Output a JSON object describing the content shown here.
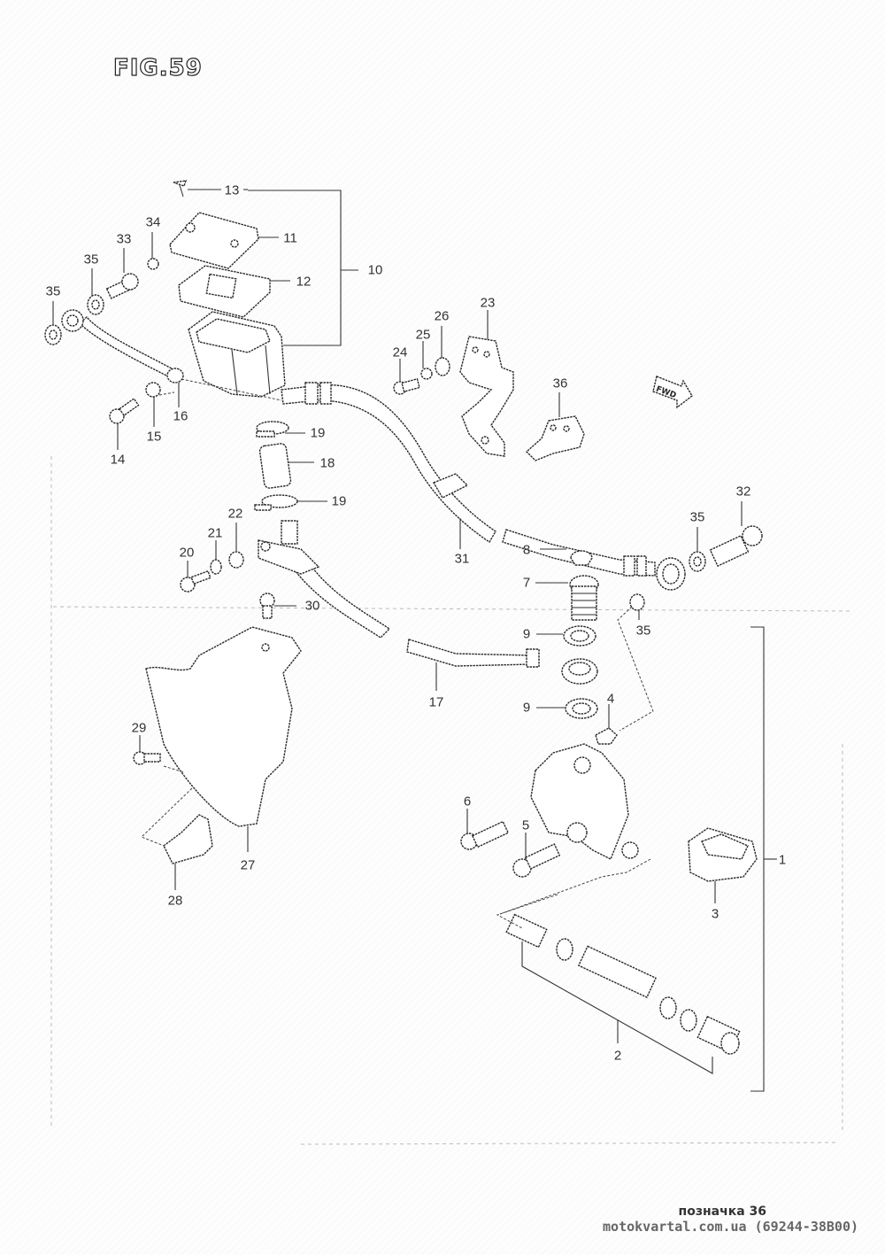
{
  "figure": {
    "title": "FIG.59",
    "direction_marker": "FWD"
  },
  "callouts": [
    {
      "id": "c1",
      "label": "1"
    },
    {
      "id": "c2",
      "label": "2"
    },
    {
      "id": "c3",
      "label": "3"
    },
    {
      "id": "c4",
      "label": "4"
    },
    {
      "id": "c5",
      "label": "5"
    },
    {
      "id": "c6",
      "label": "6"
    },
    {
      "id": "c7",
      "label": "7"
    },
    {
      "id": "c8",
      "label": "8"
    },
    {
      "id": "c9a",
      "label": "9"
    },
    {
      "id": "c9b",
      "label": "9"
    },
    {
      "id": "c10",
      "label": "10"
    },
    {
      "id": "c11",
      "label": "11"
    },
    {
      "id": "c12",
      "label": "12"
    },
    {
      "id": "c13",
      "label": "13"
    },
    {
      "id": "c14",
      "label": "14"
    },
    {
      "id": "c15",
      "label": "15"
    },
    {
      "id": "c16",
      "label": "16"
    },
    {
      "id": "c17",
      "label": "17"
    },
    {
      "id": "c18",
      "label": "18"
    },
    {
      "id": "c19a",
      "label": "19"
    },
    {
      "id": "c19b",
      "label": "19"
    },
    {
      "id": "c20",
      "label": "20"
    },
    {
      "id": "c21",
      "label": "21"
    },
    {
      "id": "c22",
      "label": "22"
    },
    {
      "id": "c23",
      "label": "23"
    },
    {
      "id": "c24",
      "label": "24"
    },
    {
      "id": "c25",
      "label": "25"
    },
    {
      "id": "c26",
      "label": "26"
    },
    {
      "id": "c27",
      "label": "27"
    },
    {
      "id": "c28",
      "label": "28"
    },
    {
      "id": "c29",
      "label": "29"
    },
    {
      "id": "c30",
      "label": "30"
    },
    {
      "id": "c31",
      "label": "31"
    },
    {
      "id": "c32",
      "label": "32"
    },
    {
      "id": "c33",
      "label": "33"
    },
    {
      "id": "c34",
      "label": "34"
    },
    {
      "id": "c35a",
      "label": "35"
    },
    {
      "id": "c35b",
      "label": "35"
    },
    {
      "id": "c35c",
      "label": "35"
    },
    {
      "id": "c35d",
      "label": "35"
    },
    {
      "id": "c36",
      "label": "36"
    }
  ],
  "footer": {
    "mark": "позначка 36",
    "site": "motokvartal.com.ua (69244-38B00)"
  }
}
